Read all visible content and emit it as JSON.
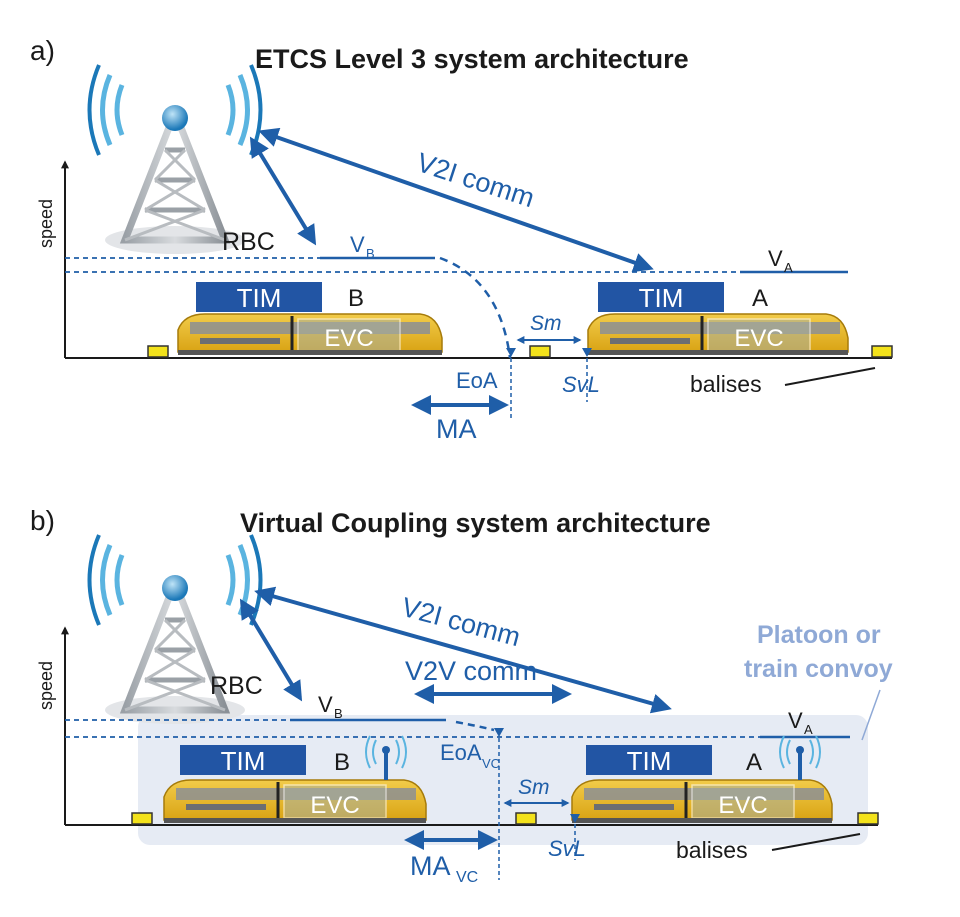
{
  "panel_a": {
    "label": "a)",
    "title": "ETCS Level 3 system architecture",
    "axis_label": "speed",
    "rbc_label": "RBC",
    "comm_label": "V2I comm",
    "v_b": "V",
    "v_b_sub": "B",
    "v_a": "V",
    "v_a_sub": "A",
    "train_b": {
      "tim": "TIM",
      "evc": "EVC",
      "id": "B"
    },
    "train_a": {
      "tim": "TIM",
      "evc": "EVC",
      "id": "A"
    },
    "sm_label": "Sm",
    "eoa_label": "EoA",
    "svl_label": "SvL",
    "ma_label": "MA",
    "balises_label": "balises"
  },
  "panel_b": {
    "label": "b)",
    "title": "Virtual Coupling system architecture",
    "axis_label": "speed",
    "rbc_label": "RBC",
    "v2i_label": "V2I comm",
    "v2v_label": "V2V comm",
    "platoon_line1": "Platoon or",
    "platoon_line2": "train convoy",
    "v_b": "V",
    "v_b_sub": "B",
    "v_a": "V",
    "v_a_sub": "A",
    "train_b": {
      "tim": "TIM",
      "evc": "EVC",
      "id": "B"
    },
    "train_a": {
      "tim": "TIM",
      "evc": "EVC",
      "id": "A"
    },
    "sm_label": "Sm",
    "eoa_label": "EoA",
    "eoa_sub": "VC",
    "svl_label": "SvL",
    "ma_label": "MA",
    "ma_sub": "VC",
    "balises_label": "balises"
  },
  "colors": {
    "arrow_blue": "#1f5ea8",
    "tim_blue": "#2255a4",
    "train_yellow": "#e3b321",
    "platoon_bg": "#e6ebf4",
    "platoon_text": "#8fa9d6"
  }
}
